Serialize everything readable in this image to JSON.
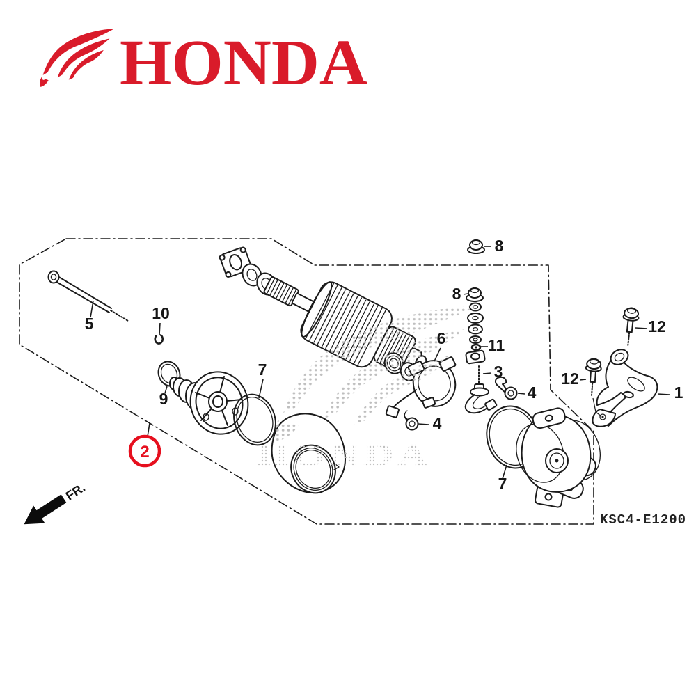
{
  "brand": {
    "name": "HONDA",
    "color": "#d91b2a"
  },
  "watermark": {
    "text": "HONDA"
  },
  "diagram": {
    "code": "KSC4-E1200",
    "front_marker": "FR.",
    "highlight": {
      "part": "2",
      "color": "#e60f1e"
    },
    "labels": [
      {
        "part": "5"
      },
      {
        "part": "10"
      },
      {
        "part": "9"
      },
      {
        "part": "7"
      },
      {
        "part": "8"
      },
      {
        "part": "8"
      },
      {
        "part": "11"
      },
      {
        "part": "3"
      },
      {
        "part": "4"
      },
      {
        "part": "4"
      },
      {
        "part": "6"
      },
      {
        "part": "7"
      },
      {
        "part": "12"
      },
      {
        "part": "12"
      },
      {
        "part": "1"
      }
    ]
  }
}
